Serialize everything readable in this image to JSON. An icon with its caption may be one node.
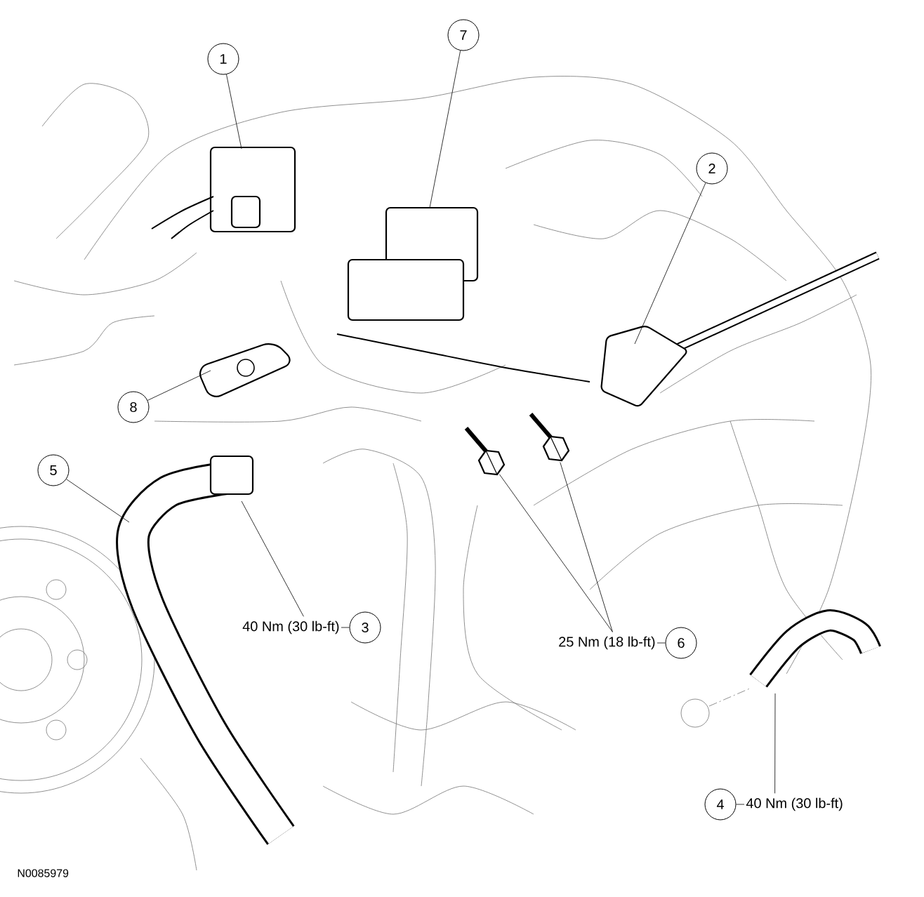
{
  "diagram": {
    "nodes": [
      {
        "text": [
          "1"
        ]
      },
      {
        "text": [
          "2"
        ]
      },
      {
        "text": [
          "3"
        ],
        "beside": [
          "40 Nm (30 lb-ft)"
        ]
      },
      {
        "text": [
          "4"
        ],
        "beside": [
          "40 Nm (30 lb-ft)"
        ]
      },
      {
        "text": [
          "5"
        ]
      },
      {
        "text": [
          "6"
        ],
        "beside": [
          "25 Nm (18 lb-ft)"
        ]
      },
      {
        "text": [
          "7"
        ]
      },
      {
        "text": [
          "8"
        ]
      },
      {
        "text": [],
        "shape": "picture"
      },
      {
        "text": [],
        "shape": "picture"
      }
    ],
    "edges": [
      {
        "from": 0,
        "to": null,
        "arrow": "none"
      },
      {
        "from": 1,
        "to": null,
        "arrow": "none"
      },
      {
        "from": 2,
        "to": null,
        "arrow": "none"
      },
      {
        "from": 3,
        "to": null,
        "arrow": "none"
      },
      {
        "from": 4,
        "to": null,
        "arrow": "none"
      },
      {
        "from": 5,
        "to": 8,
        "arrow": "none"
      },
      {
        "from": 5,
        "to": 9,
        "arrow": "none"
      },
      {
        "from": 6,
        "to": null,
        "arrow": "none"
      },
      {
        "from": 7,
        "to": null,
        "arrow": "none"
      }
    ],
    "labels": [
      "N0085979"
    ]
  }
}
